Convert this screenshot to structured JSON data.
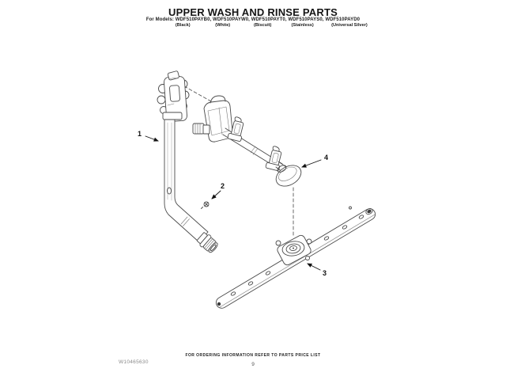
{
  "header": {
    "title": "UPPER WASH AND RINSE PARTS",
    "models_label": "For Models:",
    "models_line": "For Models: WDF510PAYB0, WDF510PAYW0, WDF510PAYT0, WDF510PAYS0, WDF510PAYD0",
    "models": [
      "WDF510PAYB0",
      "WDF510PAYW0",
      "WDF510PAYT0",
      "WDF510PAYS0",
      "WDF510PAYD0"
    ],
    "colors": [
      "(Black)",
      "(White)",
      "(Biscuit)",
      "(Stainless)",
      "(Universal Silver)"
    ]
  },
  "diagram": {
    "line_color": "#4a4a4a",
    "callouts": [
      {
        "number": "1"
      },
      {
        "number": "2"
      },
      {
        "number": "3"
      },
      {
        "number": "4"
      }
    ]
  },
  "footer": {
    "ordering_note": "FOR ORDERING INFORMATION REFER TO PARTS PRICE LIST",
    "document_number": "W10465630",
    "page_number": "9"
  }
}
